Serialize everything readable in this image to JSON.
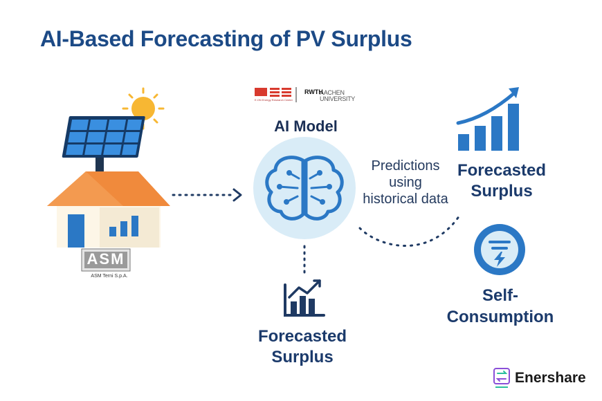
{
  "title": "AI-Based Forecasting of PV Surplus",
  "ai_model": {
    "label": "AI Model",
    "logo_eerc": "E.ON Energy Research Center",
    "logo_rwth": [
      "RWTH",
      "AACHEN",
      "UNIVERSITY"
    ]
  },
  "predictions_label": "Predictions using historical data",
  "forecast_right": {
    "line1": "Forecasted",
    "line2": "Surplus"
  },
  "forecast_bottom": {
    "line1": "Forecasted",
    "line2": "Surplus"
  },
  "self_consumption": {
    "line1": "Self-",
    "line2": "Consumption"
  },
  "house": {
    "logo_text": "ASM",
    "logo_subtitle": "ASM Terni S.p.A."
  },
  "brand": {
    "name": "Enershare"
  },
  "colors": {
    "title": "#1c4a86",
    "accent_blue": "#2b78c5",
    "light_blue": "#d9ecf7",
    "roof": "#f08a3c",
    "wall": "#fdf6e7",
    "sun": "#f7b733"
  },
  "icons": [
    "sun-icon",
    "solar-panel-icon",
    "house-icon",
    "brain-icon",
    "bar-chart-icon",
    "trend-chart-icon",
    "energy-icon",
    "enershare-logo-icon"
  ]
}
